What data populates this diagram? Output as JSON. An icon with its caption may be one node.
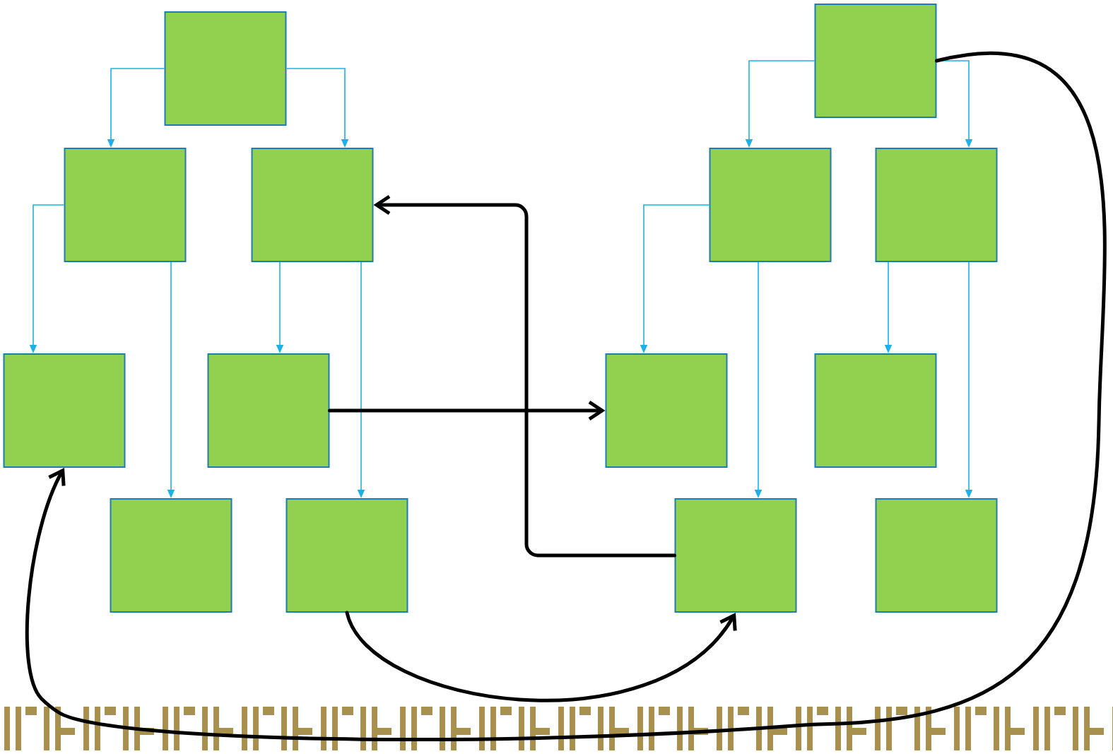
{
  "diagram": {
    "nodes": [
      {
        "text": [],
        "shape": "box"
      },
      {
        "text": [],
        "shape": "box"
      },
      {
        "text": [],
        "shape": "box"
      },
      {
        "text": [],
        "shape": "box"
      },
      {
        "text": [],
        "shape": "box"
      },
      {
        "text": [],
        "shape": "box"
      },
      {
        "text": [],
        "shape": "box"
      },
      {
        "text": [],
        "shape": "box"
      },
      {
        "text": [],
        "shape": "box"
      },
      {
        "text": [],
        "shape": "box"
      },
      {
        "text": [],
        "shape": "box"
      },
      {
        "text": [],
        "shape": "box"
      },
      {
        "text": [],
        "shape": "box"
      },
      {
        "text": [],
        "shape": "box"
      }
    ],
    "edges": [
      {
        "from": 0,
        "to": 1,
        "arrow": "to"
      },
      {
        "from": 0,
        "to": 2,
        "arrow": "to"
      },
      {
        "from": 1,
        "to": 3,
        "arrow": "to"
      },
      {
        "from": 1,
        "to": 5,
        "arrow": "to"
      },
      {
        "from": 2,
        "to": 4,
        "arrow": "to"
      },
      {
        "from": 2,
        "to": 6,
        "arrow": "to"
      },
      {
        "from": 7,
        "to": 8,
        "arrow": "to"
      },
      {
        "from": 7,
        "to": 9,
        "arrow": "to"
      },
      {
        "from": 8,
        "to": 10,
        "arrow": "to"
      },
      {
        "from": 8,
        "to": 12,
        "arrow": "to"
      },
      {
        "from": 9,
        "to": 11,
        "arrow": "to"
      },
      {
        "from": 9,
        "to": 13,
        "arrow": "to"
      },
      {
        "from": 4,
        "to": 10,
        "arrow": "to",
        "style": "thick",
        "color": "#000000"
      },
      {
        "from": 12,
        "to": 2,
        "arrow": "to",
        "style": "thick",
        "color": "#000000"
      },
      {
        "from": 6,
        "to": 12,
        "arrow": "to",
        "style": "thick",
        "color": "#000000"
      },
      {
        "from": 7,
        "to": 3,
        "arrow": "to",
        "style": "thick",
        "color": "#000000"
      }
    ]
  }
}
